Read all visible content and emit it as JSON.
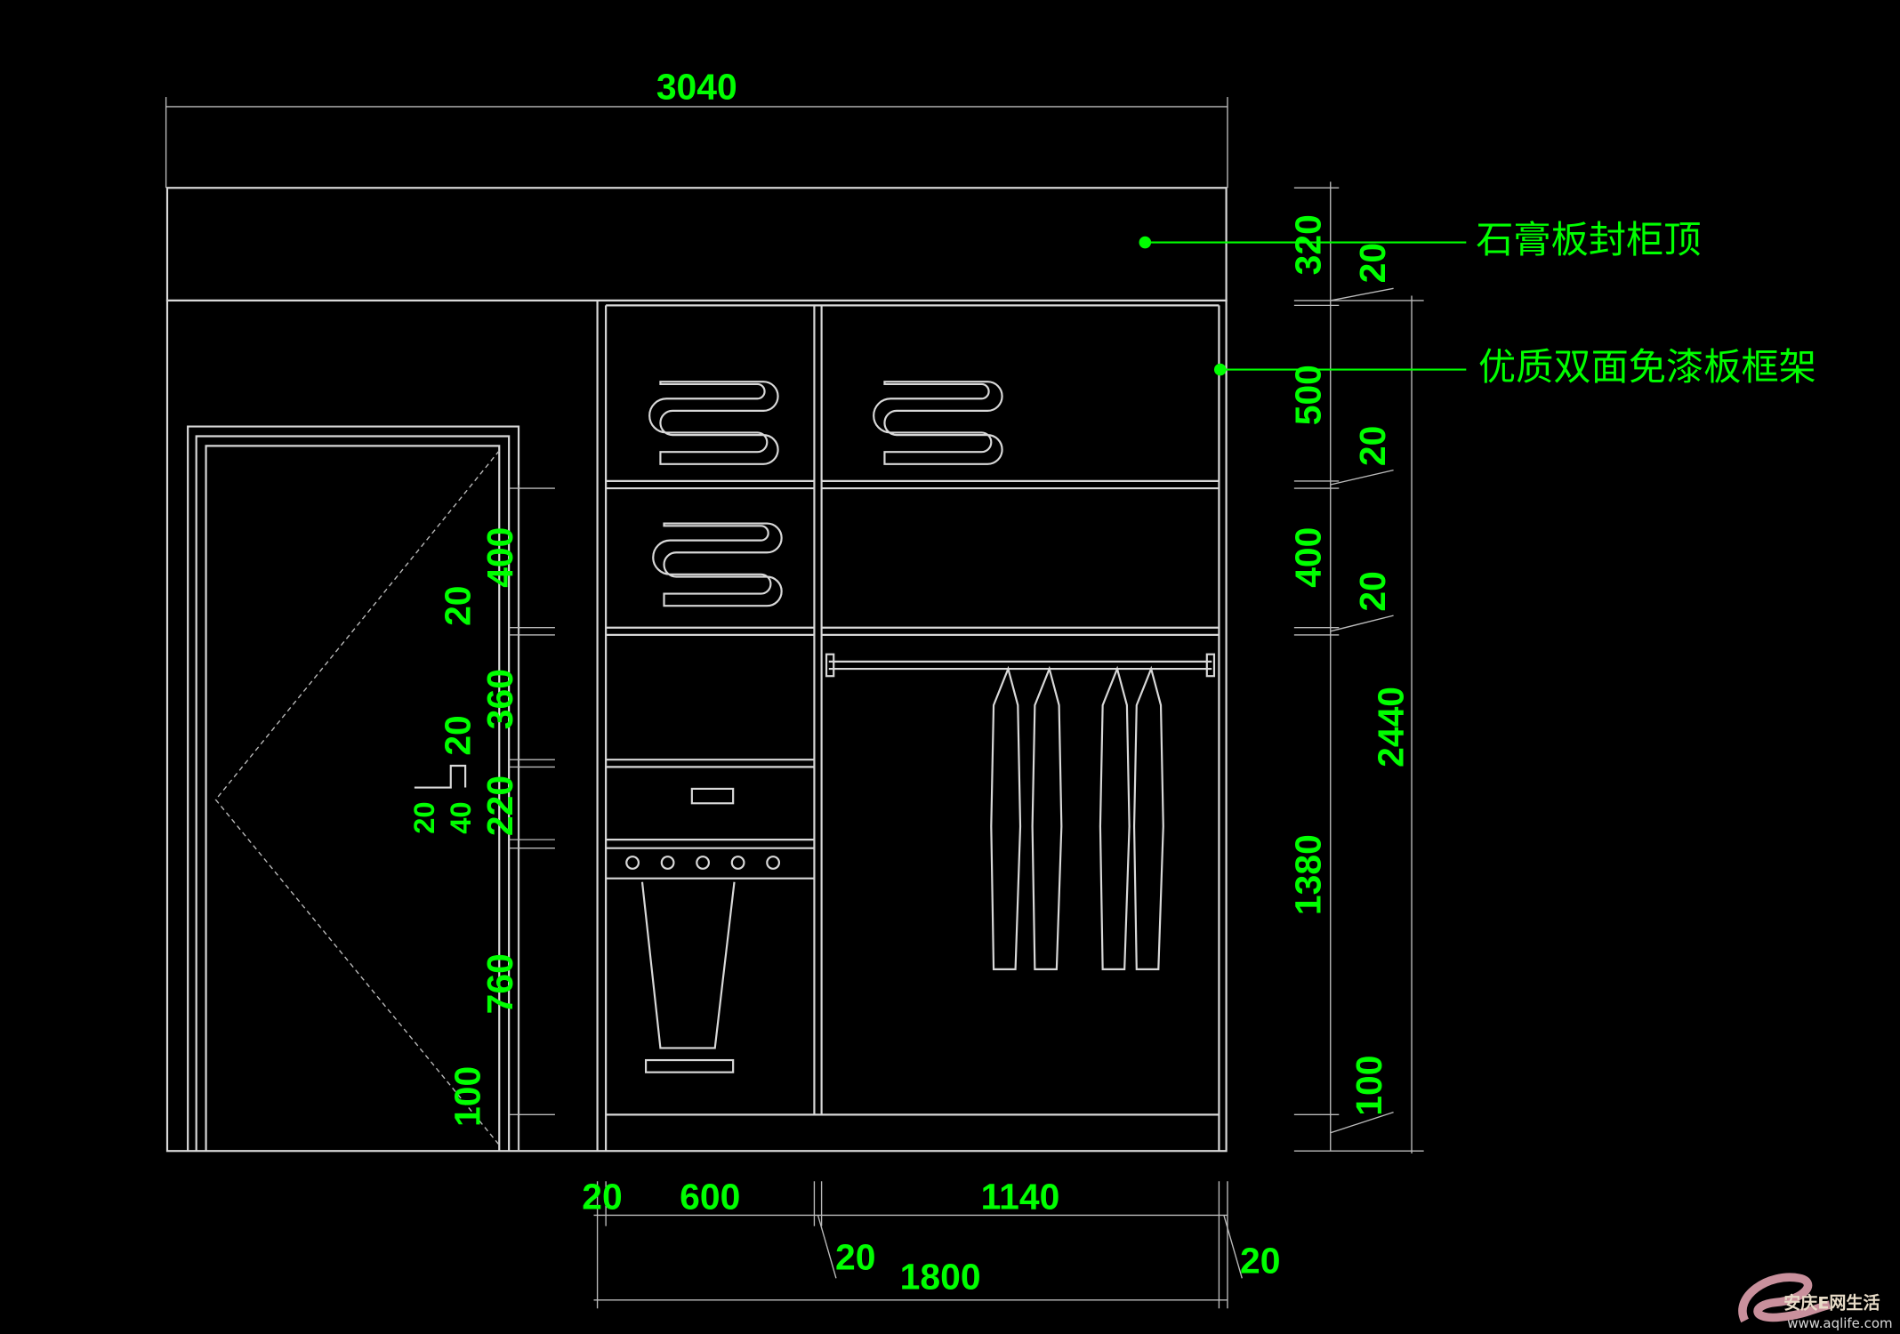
{
  "drawing": {
    "overall_width": "3040",
    "callouts": [
      {
        "label": "石膏板封柜顶"
      },
      {
        "label": "优质双面免漆板框架"
      }
    ],
    "right_dims": {
      "top_box": "320",
      "gap1": "20",
      "shelf1": "500",
      "gap2": "20",
      "shelf2": "400",
      "gap3": "20",
      "total": "2440",
      "hang": "1380",
      "plinth": "100"
    },
    "left_dims": {
      "shelf1": "400",
      "gap1": "20",
      "shelf2": "360",
      "gap2": "20",
      "drawer": "220",
      "gap3": "20",
      "gap4": "40",
      "lower": "760",
      "plinth": "100"
    },
    "bottom_dims": {
      "side": "20",
      "left_width": "600",
      "right_width": "1140",
      "mid_panel": "20",
      "total": "1800",
      "right_panel": "20"
    }
  },
  "watermark": {
    "brand": "安庆E网生活",
    "url": "www.aqlife.com"
  },
  "colors": {
    "dimension": "#00ff00",
    "lines": "#d8d8d8",
    "background": "#000000"
  }
}
